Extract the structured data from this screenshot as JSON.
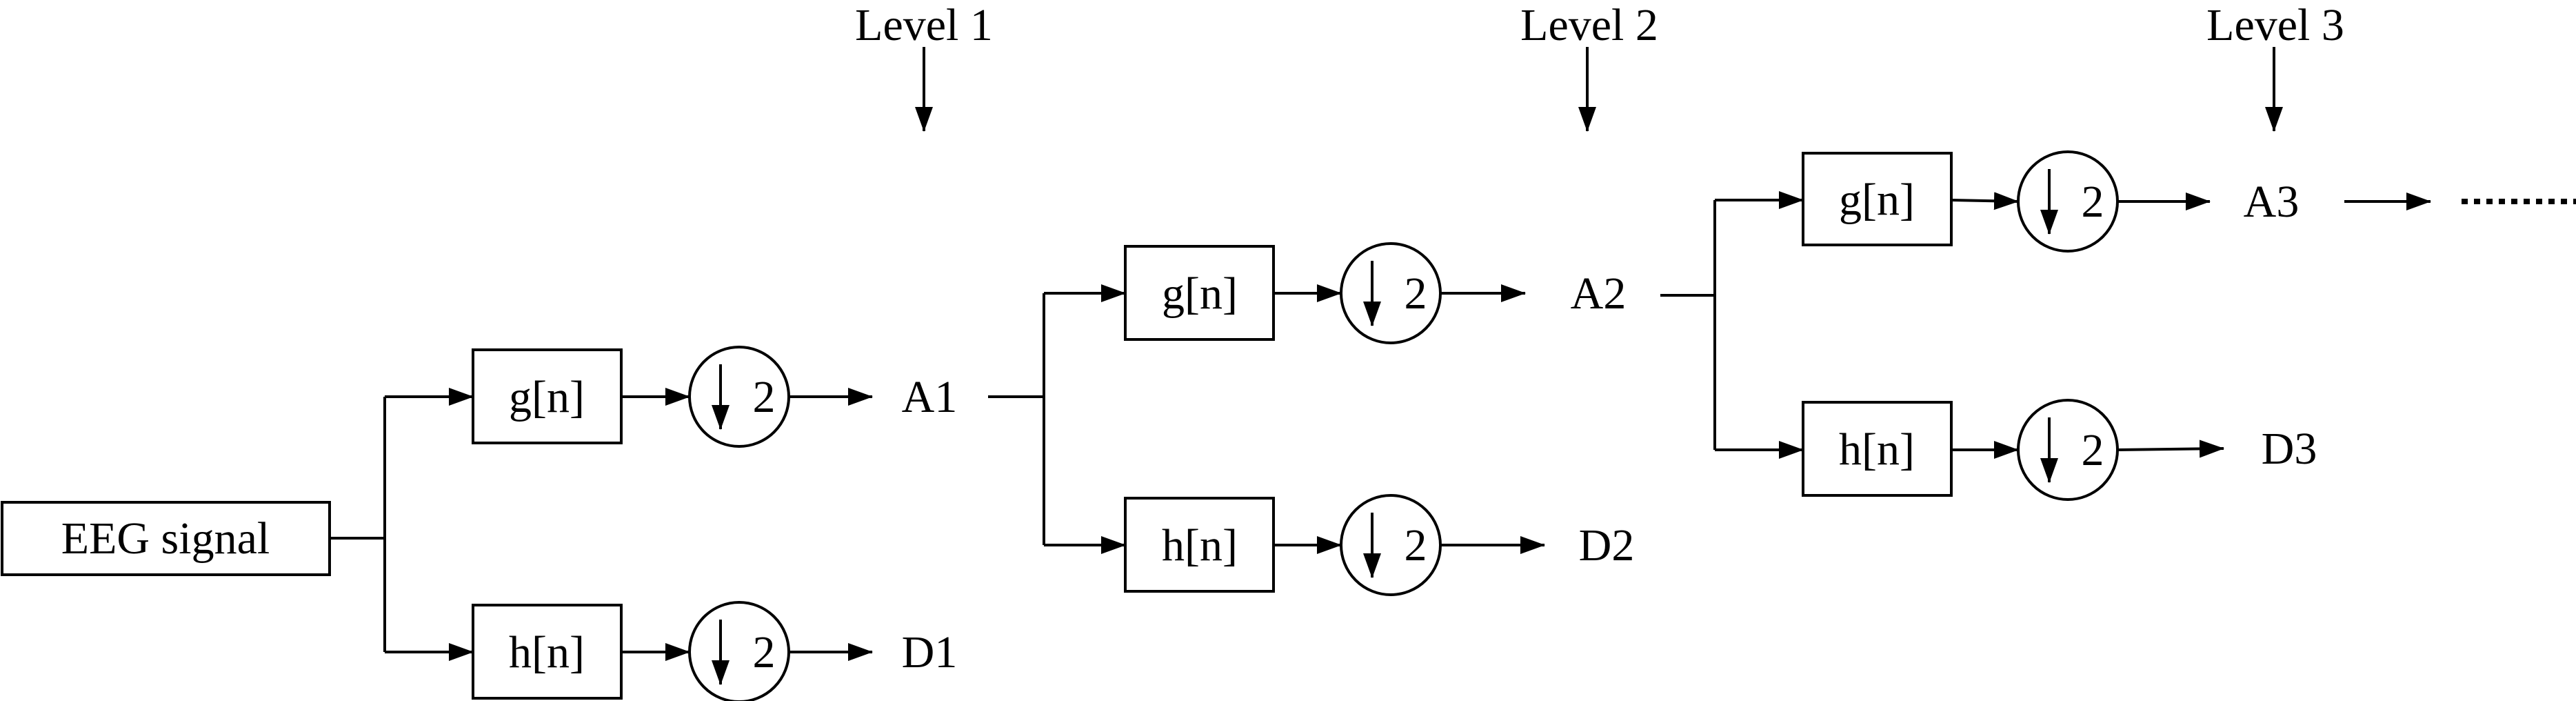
{
  "diagram": {
    "input": {
      "label": "EEG signal"
    },
    "filters": {
      "lowpass": "g[n]",
      "highpass": "h[n]"
    },
    "downsample": {
      "symbol": "2"
    },
    "levels": [
      {
        "title": "Level 1",
        "approx": "A1",
        "detail": "D1"
      },
      {
        "title": "Level 2",
        "approx": "A2",
        "detail": "D2"
      },
      {
        "title": "Level 3",
        "approx": "A3",
        "detail": "D3"
      }
    ],
    "continuation": "......"
  }
}
